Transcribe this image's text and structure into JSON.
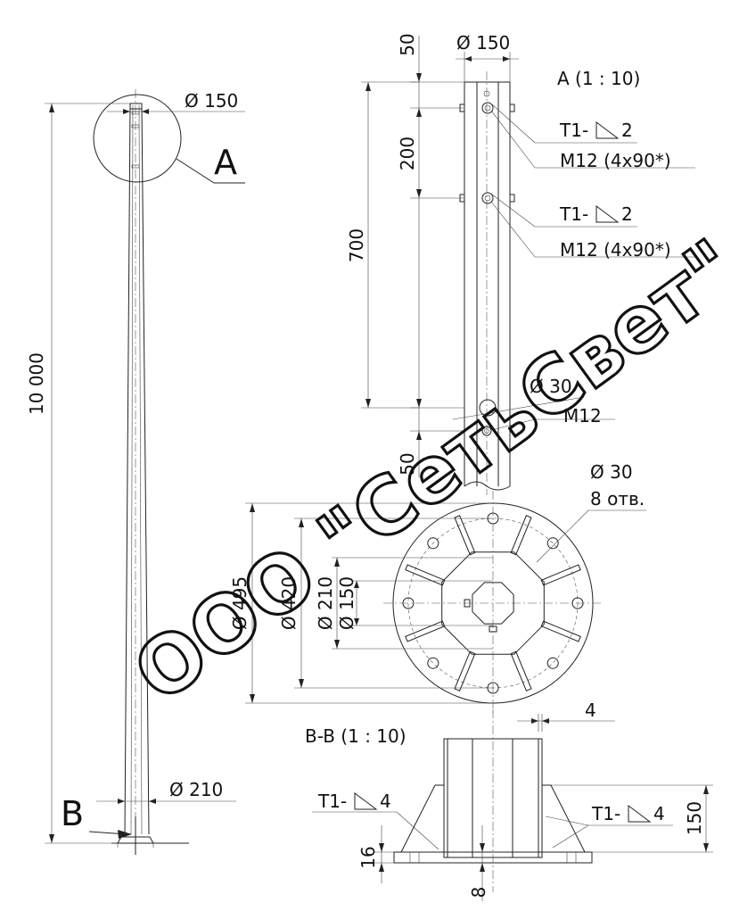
{
  "overall_view": {
    "height_dim": "10 000",
    "top_diameter": "Ø 150",
    "bottom_diameter": "Ø 210",
    "detail_mark": "A",
    "section_mark": "B"
  },
  "detail_a": {
    "title": "A (1 : 10)",
    "top_diameter": "Ø 150",
    "dim_top": "50",
    "dim_spacing": "200",
    "dim_total": "700",
    "dim_bottom": "50",
    "weld_1": "T1-",
    "weld_1_leg": "2",
    "bolt_1": "M12 (4x90*)",
    "weld_2": "T1-",
    "weld_2_leg": "2",
    "bolt_2": "M12 (4x90*)",
    "hole_diameter": "Ø 30",
    "bolt_3": "M12"
  },
  "flange_view": {
    "hole_diameter": "Ø 30",
    "hole_count": "8 отв.",
    "outer_diameter": "Ø 495",
    "bolt_circle": "Ø 420",
    "dim_210": "Ø 210",
    "dim_150": "Ø 150"
  },
  "section_bb": {
    "title": "B-B (1 : 10)",
    "wall_thickness": "4",
    "weld_left": "T1-",
    "weld_left_leg": "4",
    "weld_right": "T1-",
    "weld_right_leg": "4",
    "rib_height": "150",
    "plate_thickness": "16",
    "gap": "8"
  },
  "watermark": "ООО \"СетьСвет\""
}
